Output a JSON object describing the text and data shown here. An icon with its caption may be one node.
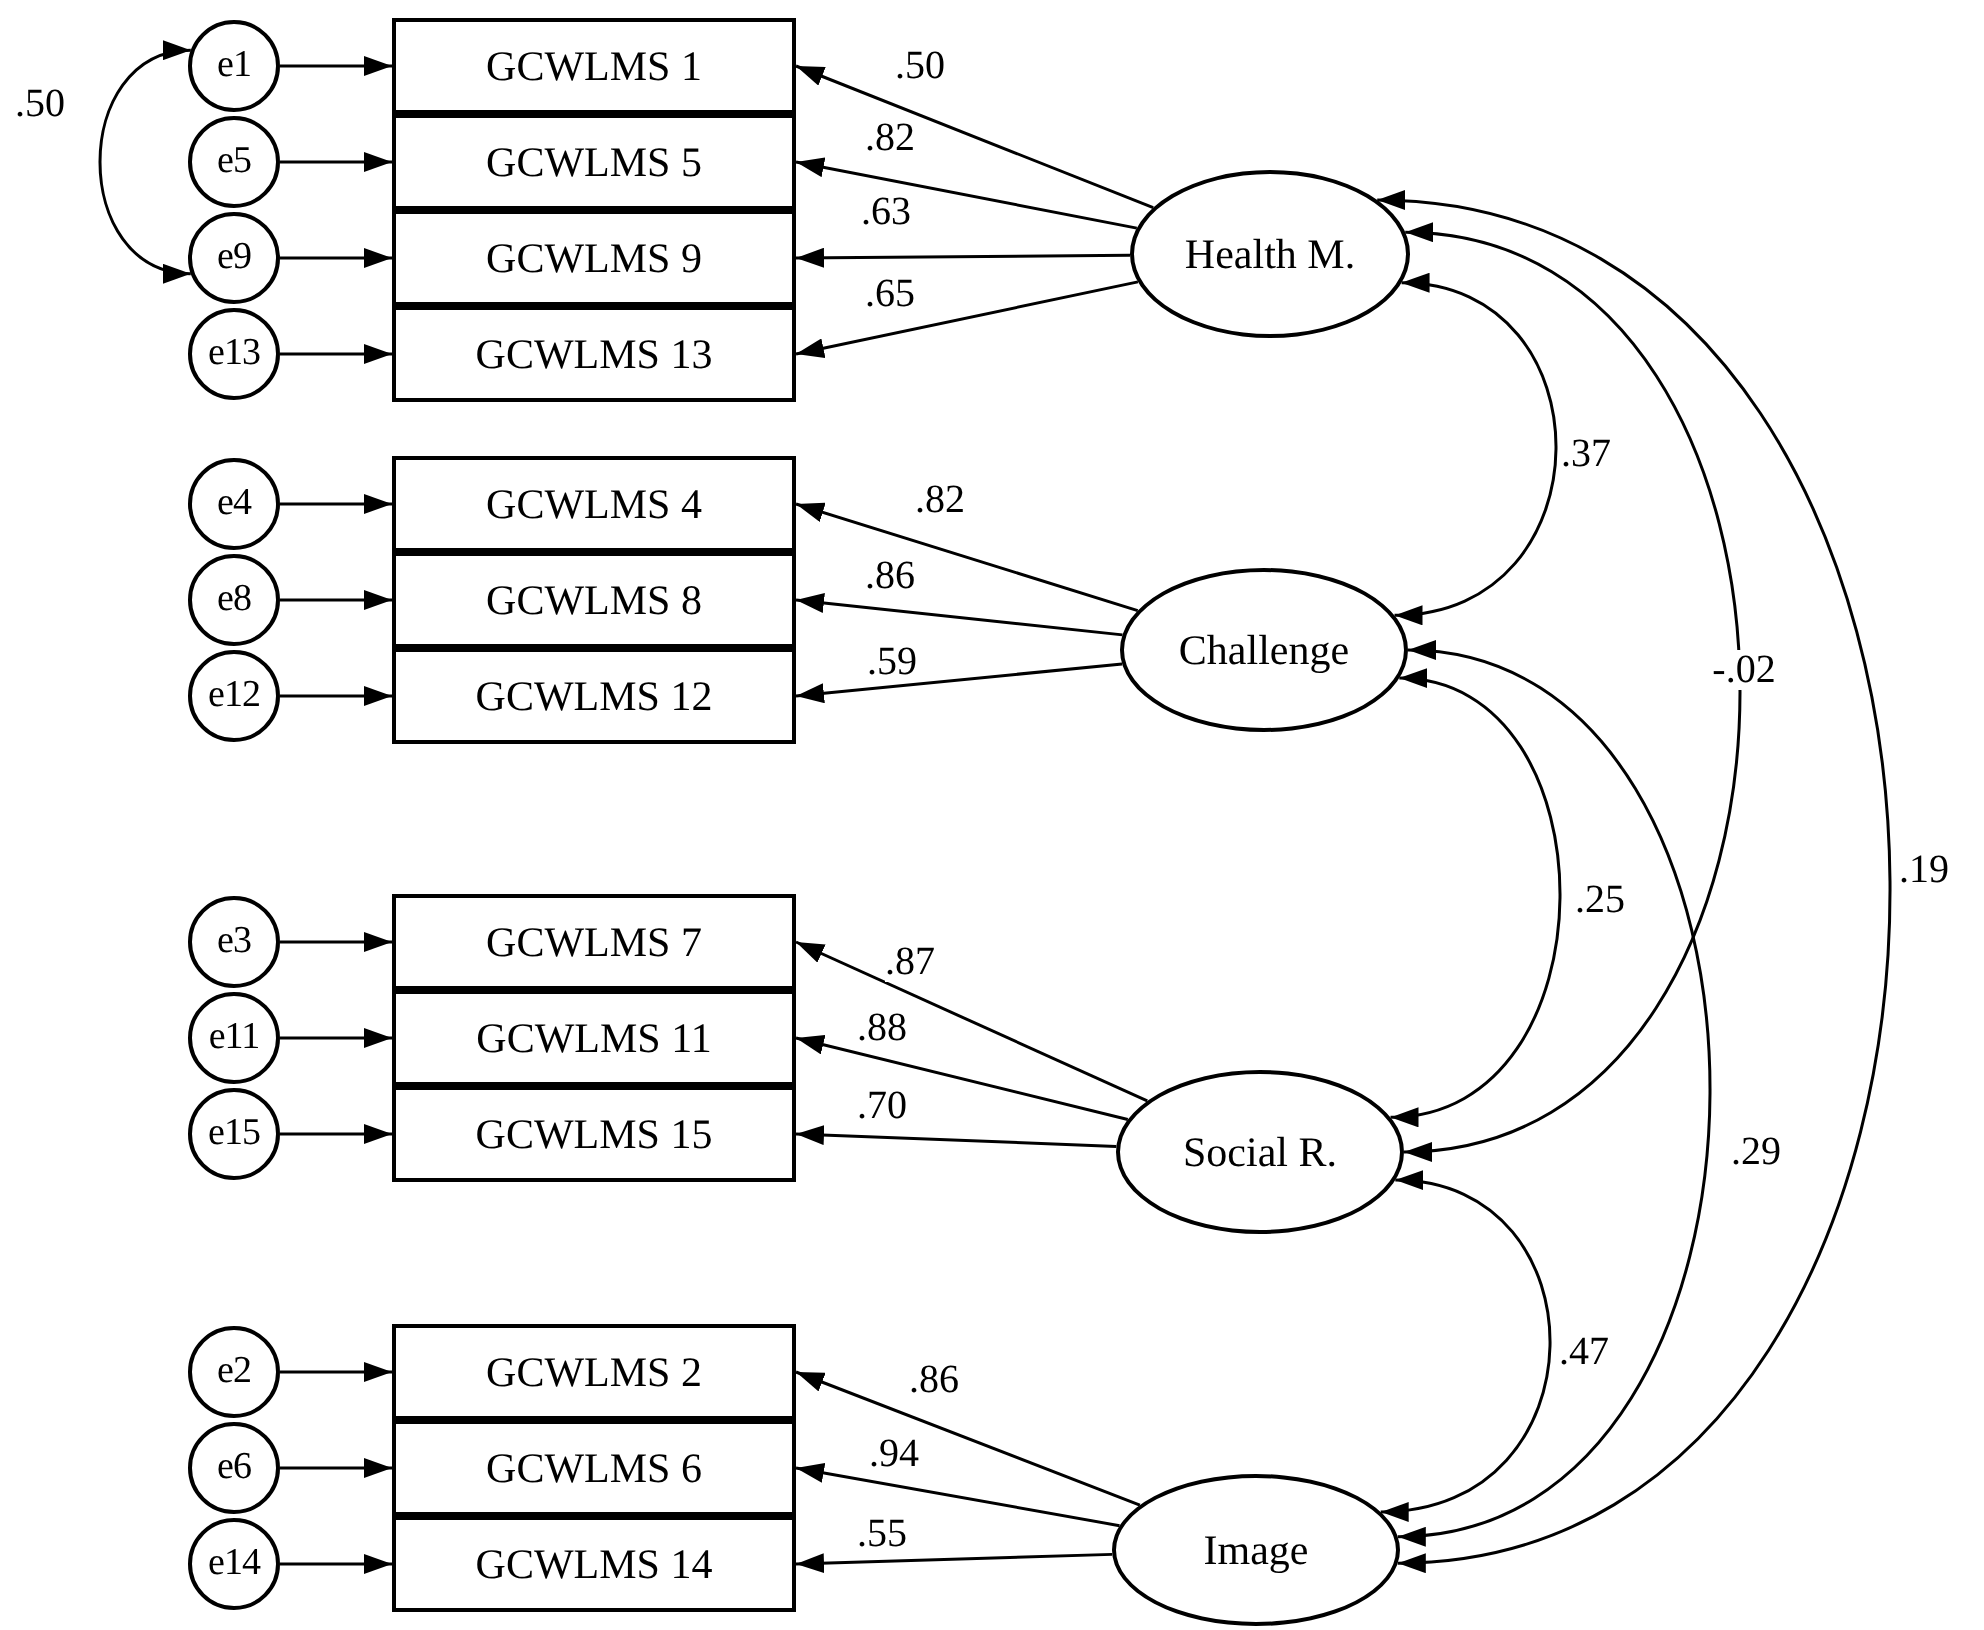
{
  "diagram": {
    "nodes": [
      {
        "text": [
          "e1"
        ]
      },
      {
        "text": [
          "GCWLMS 1"
        ]
      },
      {
        "text": [
          "e5"
        ]
      },
      {
        "text": [
          "GCWLMS 5"
        ]
      },
      {
        "text": [
          "Health M."
        ]
      },
      {
        "text": [
          "e9"
        ]
      },
      {
        "text": [
          "GCWLMS 9"
        ]
      },
      {
        "text": [
          "e13"
        ]
      },
      {
        "text": [
          "GCWLMS 13"
        ]
      },
      {
        "text": [
          "e4"
        ]
      },
      {
        "text": [
          "GCWLMS 4"
        ]
      },
      {
        "text": [
          "e8"
        ]
      },
      {
        "text": [
          "GCWLMS 8"
        ]
      },
      {
        "text": [
          "Challenge"
        ]
      },
      {
        "text": [
          "e12"
        ]
      },
      {
        "text": [
          "GCWLMS 12"
        ]
      },
      {
        "text": [
          "e3"
        ]
      },
      {
        "text": [
          "GCWLMS 7"
        ]
      },
      {
        "text": [
          "e11"
        ]
      },
      {
        "text": [
          "GCWLMS 11"
        ]
      },
      {
        "text": [
          "Social R."
        ]
      },
      {
        "text": [
          "e15"
        ]
      },
      {
        "text": [
          "GCWLMS 15"
        ]
      },
      {
        "text": [
          "e2"
        ]
      },
      {
        "text": [
          "GCWLMS 2"
        ]
      },
      {
        "text": [
          "e6"
        ]
      },
      {
        "text": [
          "GCWLMS 6"
        ]
      },
      {
        "text": [
          "Image"
        ]
      },
      {
        "text": [
          "e14"
        ]
      },
      {
        "text": [
          "GCWLMS 14"
        ]
      }
    ],
    "edges": [
      {
        "from": 0,
        "to": 1,
        "arrow": "to"
      },
      {
        "from": 2,
        "to": 3,
        "arrow": "to"
      },
      {
        "from": 5,
        "to": 6,
        "arrow": "to"
      },
      {
        "from": 7,
        "to": 8,
        "arrow": "to"
      },
      {
        "from": 9,
        "to": 10,
        "arrow": "to"
      },
      {
        "from": 11,
        "to": 12,
        "arrow": "to"
      },
      {
        "from": 14,
        "to": 15,
        "arrow": "to"
      },
      {
        "from": 16,
        "to": 17,
        "arrow": "to"
      },
      {
        "from": 18,
        "to": 19,
        "arrow": "to"
      },
      {
        "from": 21,
        "to": 22,
        "arrow": "to"
      },
      {
        "from": 23,
        "to": 24,
        "arrow": "to"
      },
      {
        "from": 25,
        "to": 26,
        "arrow": "to"
      },
      {
        "from": 28,
        "to": 29,
        "arrow": "to"
      },
      {
        "from": 4,
        "to": 1,
        "arrow": "to",
        "label": ".50"
      },
      {
        "from": 4,
        "to": 3,
        "arrow": "to",
        "label": ".82"
      },
      {
        "from": 4,
        "to": 6,
        "arrow": "to",
        "label": ".63"
      },
      {
        "from": 4,
        "to": 8,
        "arrow": "to",
        "label": ".65"
      },
      {
        "from": 13,
        "to": 10,
        "arrow": "to",
        "label": ".82"
      },
      {
        "from": 13,
        "to": 12,
        "arrow": "to",
        "label": ".86"
      },
      {
        "from": 13,
        "to": 15,
        "arrow": "to",
        "label": ".59"
      },
      {
        "from": 20,
        "to": 17,
        "arrow": "to",
        "label": ".87"
      },
      {
        "from": 20,
        "to": 19,
        "arrow": "to",
        "label": ".88"
      },
      {
        "from": 20,
        "to": 22,
        "arrow": "to",
        "label": ".70"
      },
      {
        "from": 27,
        "to": 24,
        "arrow": "to",
        "label": ".86"
      },
      {
        "from": 27,
        "to": 26,
        "arrow": "to",
        "label": ".94"
      },
      {
        "from": 27,
        "to": 29,
        "arrow": "to",
        "label": ".55"
      },
      {
        "from": 4,
        "to": 13,
        "arrow": "both",
        "label": ".37"
      },
      {
        "from": 4,
        "to": 20,
        "arrow": "both",
        "label": "-.02"
      },
      {
        "from": 4,
        "to": 27,
        "arrow": "both",
        "label": ".19"
      },
      {
        "from": 13,
        "to": 20,
        "arrow": "both",
        "label": ".25"
      },
      {
        "from": 13,
        "to": 27,
        "arrow": "both",
        "label": ".29"
      },
      {
        "from": 20,
        "to": 27,
        "arrow": "both",
        "label": ".47"
      },
      {
        "from": 0,
        "to": 5,
        "arrow": "both",
        "label": ".50"
      }
    ]
  }
}
